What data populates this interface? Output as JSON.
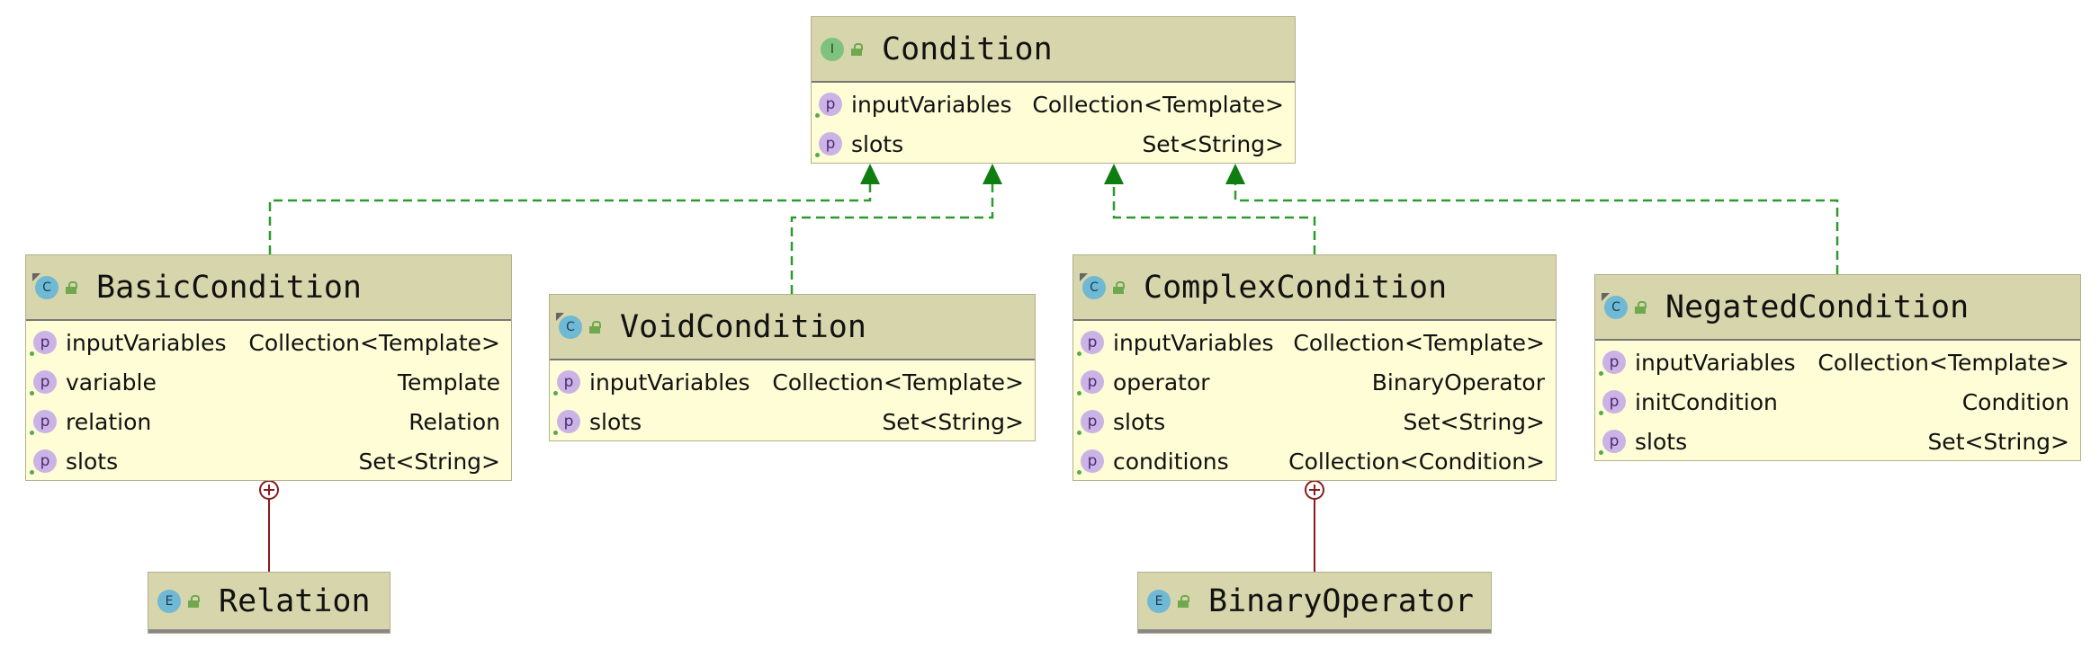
{
  "diagram": {
    "interface": {
      "badge": "I",
      "name": "Condition",
      "props": [
        {
          "name": "inputVariables",
          "type": "Collection<Template>"
        },
        {
          "name": "slots",
          "type": "Set<String>"
        }
      ]
    },
    "basic": {
      "badge": "C",
      "name": "BasicCondition",
      "props": [
        {
          "name": "inputVariables",
          "type": "Collection<Template>"
        },
        {
          "name": "variable",
          "type": "Template"
        },
        {
          "name": "relation",
          "type": "Relation"
        },
        {
          "name": "slots",
          "type": "Set<String>"
        }
      ]
    },
    "void": {
      "badge": "C",
      "name": "VoidCondition",
      "props": [
        {
          "name": "inputVariables",
          "type": "Collection<Template>"
        },
        {
          "name": "slots",
          "type": "Set<String>"
        }
      ]
    },
    "complex": {
      "badge": "C",
      "name": "ComplexCondition",
      "props": [
        {
          "name": "inputVariables",
          "type": "Collection<Template>"
        },
        {
          "name": "operator",
          "type": "BinaryOperator"
        },
        {
          "name": "slots",
          "type": "Set<String>"
        },
        {
          "name": "conditions",
          "type": "Collection<Condition>"
        }
      ]
    },
    "negated": {
      "badge": "C",
      "name": "NegatedCondition",
      "props": [
        {
          "name": "inputVariables",
          "type": "Collection<Template>"
        },
        {
          "name": "initCondition",
          "type": "Condition"
        },
        {
          "name": "slots",
          "type": "Set<String>"
        }
      ]
    },
    "relation": {
      "badge": "E",
      "name": "Relation"
    },
    "binop": {
      "badge": "E",
      "name": "BinaryOperator"
    },
    "prop_badge": "p",
    "colors": {
      "implements_line": "#2e9a2e",
      "arrowhead": "#0f7d0f",
      "inner_link": "#8b1a1a"
    }
  }
}
